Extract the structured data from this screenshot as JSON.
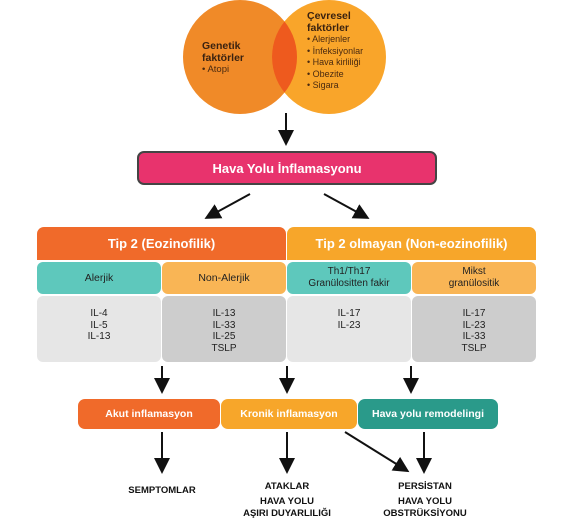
{
  "venn": {
    "left": {
      "title_line1": "Genetik",
      "title_line2": "faktörler",
      "items": [
        "Atopi"
      ],
      "color": "#f08a28"
    },
    "right": {
      "title_line1": "Çevresel",
      "title_line2": "faktörler",
      "items": [
        "Alerjenler",
        "İnfeksiyonlar",
        "Hava kirliliği",
        "Obezite",
        "Sigara"
      ],
      "color": "#f9a52a"
    },
    "overlap_color": "#ee5a1e"
  },
  "inflammation": {
    "label": "Hava Yolu İnflamasyonu",
    "color": "#e8336d"
  },
  "types": {
    "type2": {
      "label": "Tip 2 (Eozinofilik)",
      "color": "#f06a2a"
    },
    "nontype2": {
      "label": "Tip 2 olmayan (Non-eozinofilik)",
      "color": "#f7a62a"
    }
  },
  "subtypes": [
    {
      "label": "Alerjik",
      "color": "#5ec8bc"
    },
    {
      "label": "Non-Alerjik",
      "color": "#f9b555"
    },
    {
      "label_line1": "Th1/Th17",
      "label_line2": "Granülositten fakir",
      "color": "#5ec8bc"
    },
    {
      "label_line1": "Mikst",
      "label_line2": "granülositik",
      "color": "#f9b555"
    }
  ],
  "cytokines": [
    {
      "items": [
        "IL-4",
        "IL-5",
        "IL-13"
      ],
      "color": "#e6e6e6"
    },
    {
      "items": [
        "IL-13",
        "IL-33",
        "IL-25",
        "TSLP"
      ],
      "color": "#cdcdcd"
    },
    {
      "items": [
        "IL-17",
        "IL-23"
      ],
      "color": "#e6e6e6"
    },
    {
      "items": [
        "IL-17",
        "IL-23",
        "IL-33",
        "TSLP"
      ],
      "color": "#cdcdcd"
    }
  ],
  "processes": [
    {
      "label": "Akut inflamasyon",
      "color": "#f06a2a"
    },
    {
      "label": "Kronik inflamasyon",
      "color": "#f7a62a"
    },
    {
      "label": "Hava yolu remodelingi",
      "color": "#2a9a8a"
    }
  ],
  "outcomes": [
    {
      "line1": "SEMPTOMLAR"
    },
    {
      "line1": "ATAKLAR",
      "line2": "HAVA YOLU",
      "line3": "AŞIRI DUYARLILIĞI"
    },
    {
      "line1": "PERSİSTAN",
      "line2": "HAVA YOLU",
      "line3": "OBSTRÜKSİYONU"
    }
  ]
}
